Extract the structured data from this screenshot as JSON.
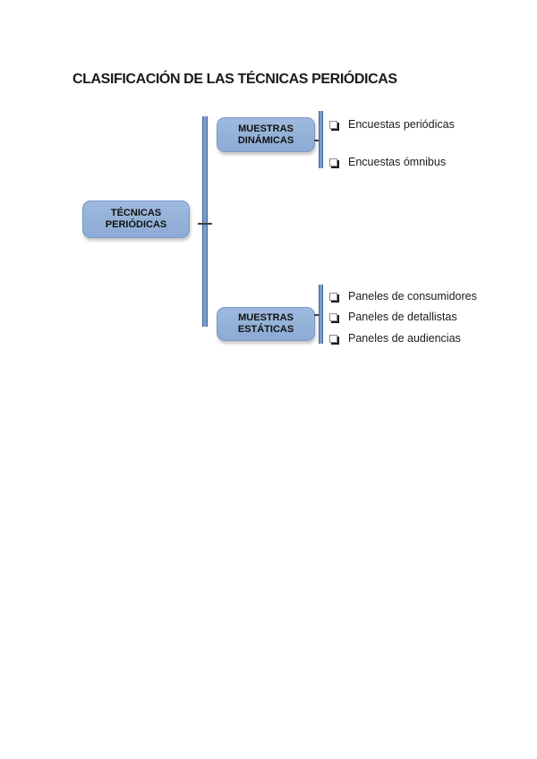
{
  "title": "CLASIFICACIÓN DE LAS TÉCNICAS PERIÓDICAS",
  "diagram": {
    "root": {
      "line1": "TÉCNICAS",
      "line2": "PERIÓDICAS"
    },
    "branches": [
      {
        "line1": "MUESTRAS",
        "line2": "DINÁMICAS",
        "items": [
          "Encuestas periódicas",
          "Encuestas ómnibus"
        ]
      },
      {
        "line1": "MUESTRAS",
        "line2": "ESTÁTICAS",
        "items": [
          "Paneles de consumidores",
          "Paneles de detallistas",
          "Paneles de audiencias"
        ]
      }
    ],
    "bullet_icon": "shadowed-square-icon",
    "colors": {
      "box_fill": "#95B3D7",
      "box_border": "#7E99C7",
      "bar_fill": "#7C9DCB",
      "bar_border": "#3C6496",
      "text": "#1A1A1A"
    }
  }
}
